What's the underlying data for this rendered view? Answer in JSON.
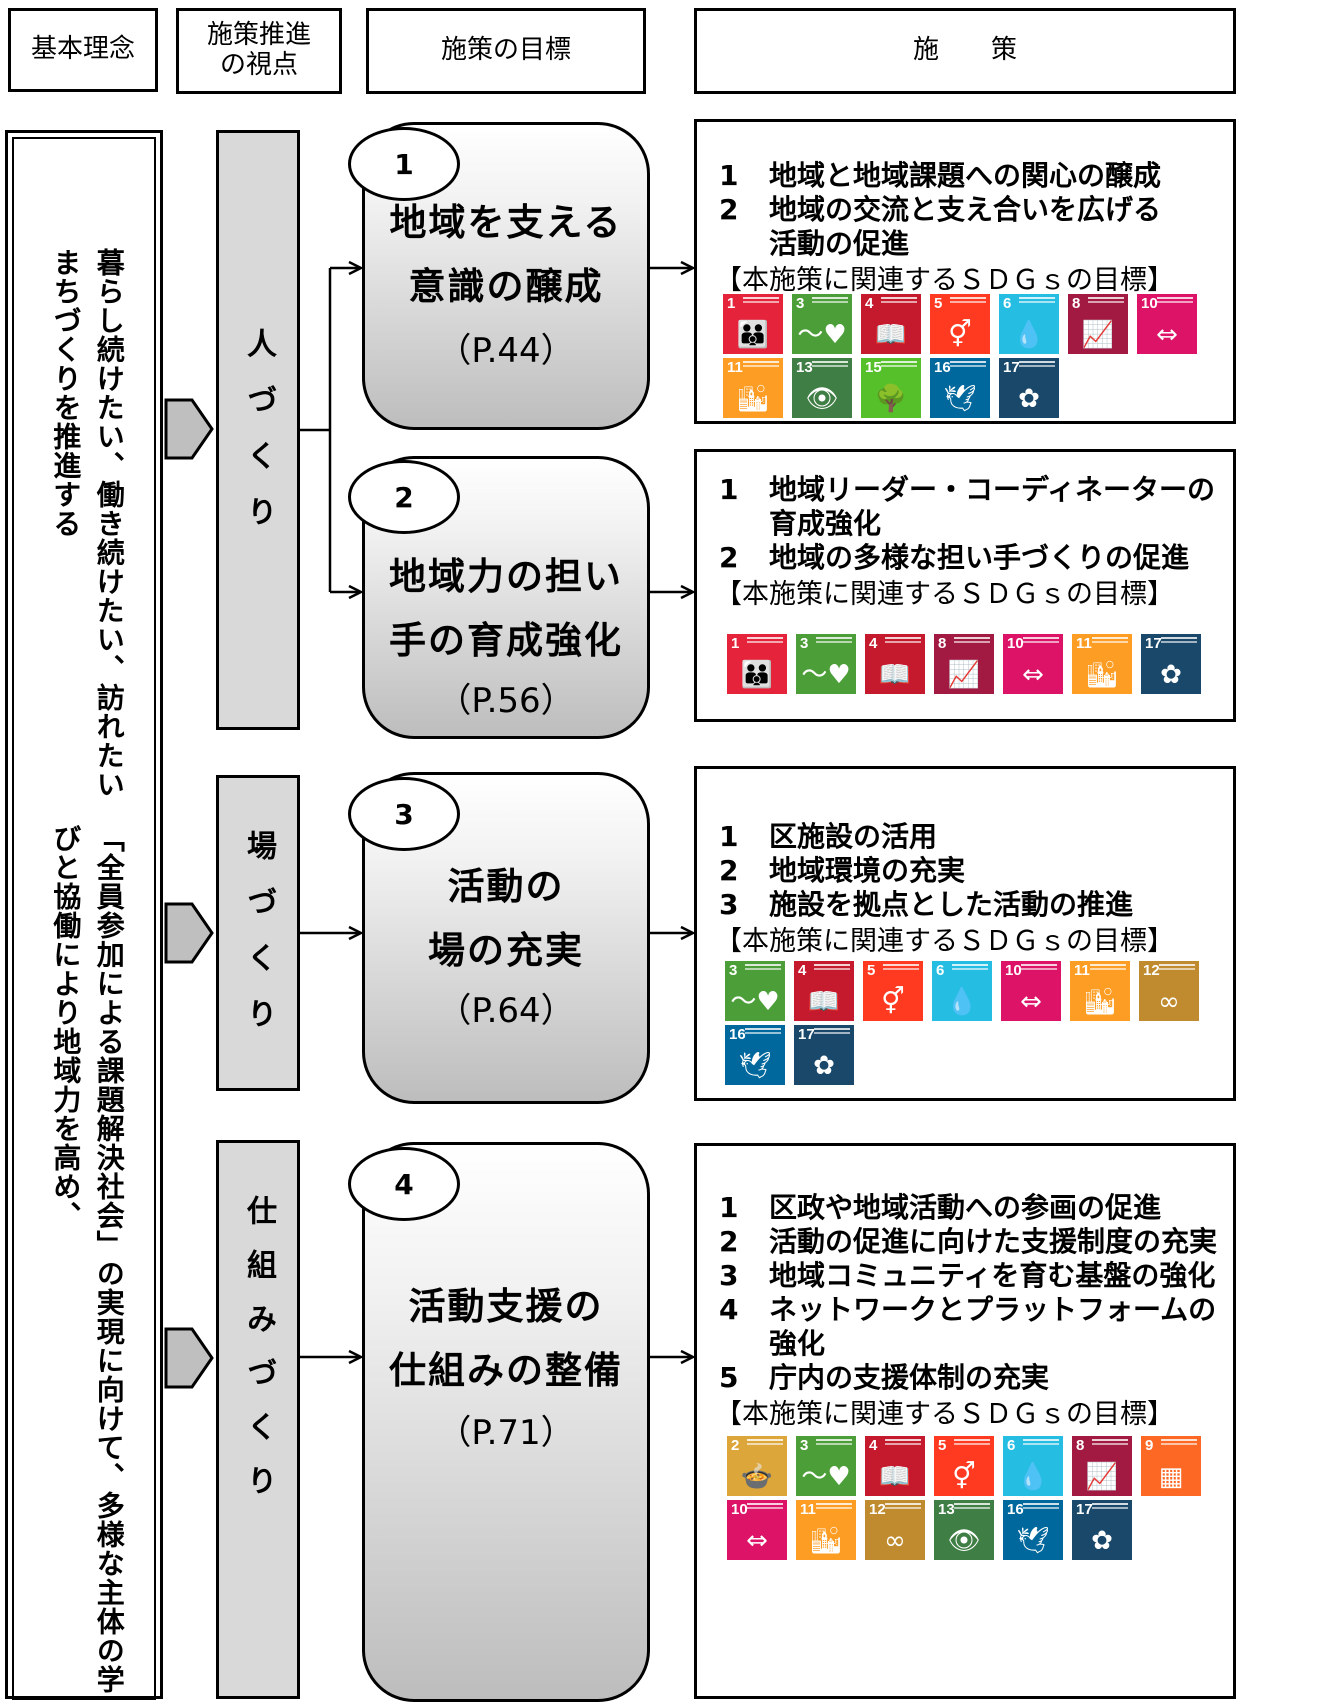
{
  "headers": {
    "philosophy": "基本理念",
    "perspective": "施策推進\nの視点",
    "goal": "施策の目標",
    "measures": "施　　策"
  },
  "philosophy": {
    "col1": "「全員参加による課題解決社会」の実現に向けて、多様な主体の学びと協働により地域力を高め、",
    "col2": "暮らし続けたい、働き続けたい、訪れたいまちづくりを推進する"
  },
  "perspectives": [
    {
      "label": "人づくり"
    },
    {
      "label": "場づくり"
    },
    {
      "label": "仕組みづくり"
    }
  ],
  "sdgs_label": "【本施策に関連するＳＤＧｓの目標】",
  "sdg_colors": {
    "1": "#e5243b",
    "2": "#dda63a",
    "3": "#4c9f38",
    "4": "#c5192d",
    "5": "#ff3a21",
    "6": "#26bde2",
    "8": "#a21942",
    "9": "#fd6925",
    "10": "#dd1367",
    "11": "#fd9d24",
    "12": "#bf8b2e",
    "13": "#3f7e44",
    "15": "#56c02b",
    "16": "#00689d",
    "17": "#19486a"
  },
  "sdg_glyphs": {
    "1": "👪",
    "2": "🍲",
    "3": "〜♥",
    "4": "📖",
    "5": "⚥",
    "6": "💧",
    "8": "📈",
    "9": "▦",
    "10": "⇔",
    "11": "🏙",
    "12": "∞",
    "13": "👁",
    "15": "🌳",
    "16": "🕊",
    "17": "✿"
  },
  "goals": [
    {
      "number": "1",
      "title_lines": [
        "地域を支える",
        "意識の醸成"
      ],
      "page": "（P.44）",
      "measures": [
        {
          "num": "1",
          "text": "地域と地域課題への関心の醸成"
        },
        {
          "num": "2",
          "text": "地域の交流と支え合いを広げる"
        },
        {
          "num": "",
          "text": "活動の促進"
        }
      ],
      "sdgs_rows": [
        [
          "1",
          "3",
          "4",
          "5",
          "6",
          "8",
          "10"
        ],
        [
          "11",
          "13",
          "15",
          "16",
          "17"
        ]
      ]
    },
    {
      "number": "2",
      "title_lines": [
        "地域力の担い",
        "手の育成強化"
      ],
      "page": "（P.56）",
      "measures": [
        {
          "num": "1",
          "text": "地域リーダー・コーディネーターの"
        },
        {
          "num": "",
          "text": "育成強化"
        },
        {
          "num": "2",
          "text": "地域の多様な担い手づくりの促進"
        }
      ],
      "sdgs_rows": [
        [
          "1",
          "3",
          "4",
          "8",
          "10",
          "11",
          "17"
        ]
      ]
    },
    {
      "number": "3",
      "title_lines": [
        "活動の",
        "場の充実"
      ],
      "page": "（P.64）",
      "measures": [
        {
          "num": "1",
          "text": "区施設の活用"
        },
        {
          "num": "2",
          "text": "地域環境の充実"
        },
        {
          "num": "3",
          "text": "施設を拠点とした活動の推進"
        }
      ],
      "sdgs_rows": [
        [
          "3",
          "4",
          "5",
          "6",
          "10",
          "11",
          "12"
        ],
        [
          "16",
          "17"
        ]
      ]
    },
    {
      "number": "4",
      "title_lines": [
        "活動支援の",
        "仕組みの整備"
      ],
      "page": "（P.71）",
      "measures": [
        {
          "num": "1",
          "text": "区政や地域活動への参画の促進"
        },
        {
          "num": "2",
          "text": "活動の促進に向けた支援制度の充実"
        },
        {
          "num": "3",
          "text": "地域コミュニティを育む基盤の強化"
        },
        {
          "num": "4",
          "text": "ネットワークとプラットフォームの"
        },
        {
          "num": "",
          "text": "強化"
        },
        {
          "num": "5",
          "text": "庁内の支援体制の充実"
        }
      ],
      "sdgs_rows": [
        [
          "2",
          "3",
          "4",
          "5",
          "6",
          "8",
          "9"
        ],
        [
          "10",
          "11",
          "12",
          "13",
          "16",
          "17"
        ]
      ]
    }
  ]
}
